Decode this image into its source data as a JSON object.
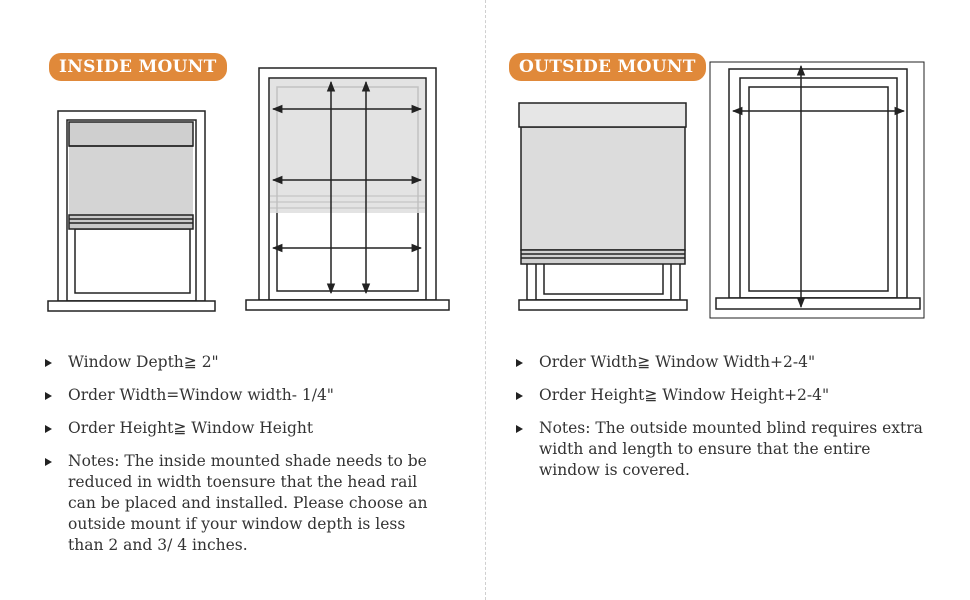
{
  "inside": {
    "badge": "INSIDE MOUNT",
    "notes": [
      "Window Depth≧ 2\"",
      "Order Width=Window width- 1/4\"",
      "Order Height≧ Window Height",
      "Notes: The inside mounted shade needs to be reduced in width toensure that the head rail can be placed and installed. Please choose an outside mount if your window depth is less than 2 and 3/ 4 inches."
    ]
  },
  "outside": {
    "badge": "OUTSIDE MOUNT",
    "notes": [
      "Order Width≧ Window Width+2-4\"",
      "Order Height≧ Window Height+2-4\"",
      "Notes: The outside mounted blind requires extra width and length to ensure that the entire window is covered."
    ]
  },
  "colors": {
    "badge": "#e0893a",
    "line": "#222222",
    "shade": "#d9d9d9",
    "headrail": "#e6e6e6"
  },
  "icons": [
    "bullet-triangle-icon",
    "double-arrow-icon"
  ]
}
